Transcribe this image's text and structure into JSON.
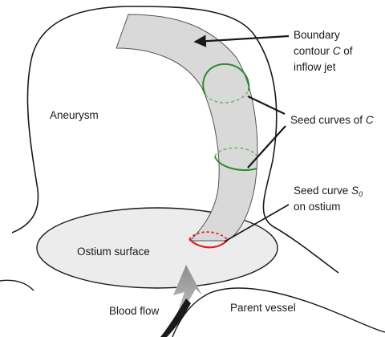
{
  "labels": {
    "aneurysm": "Aneurysm",
    "boundary_line1": "Boundary",
    "boundary_line2_pre": "contour ",
    "boundary_line2_var": "C",
    "boundary_line2_post": " of",
    "boundary_line3": "inflow jet",
    "seed_curves_pre": "Seed curves of ",
    "seed_curves_var": "C",
    "seed_s0_pre": "Seed curve ",
    "seed_s0_var": "S",
    "seed_s0_sub": "0",
    "seed_s0_line2": "on ostium",
    "ostium": "Ostium surface",
    "blood_flow": "Blood flow",
    "parent_vessel": "Parent vessel"
  },
  "colors": {
    "outline": "#1a1a1a",
    "jet_fill": "#d9d9d9",
    "ostium_fill": "#ececec",
    "seed_green": "#2e8b2e",
    "seed_green_dashed": "#7cb87c",
    "seed_red": "#e02020",
    "flow_arrow_fill": "#9a9a9a"
  }
}
